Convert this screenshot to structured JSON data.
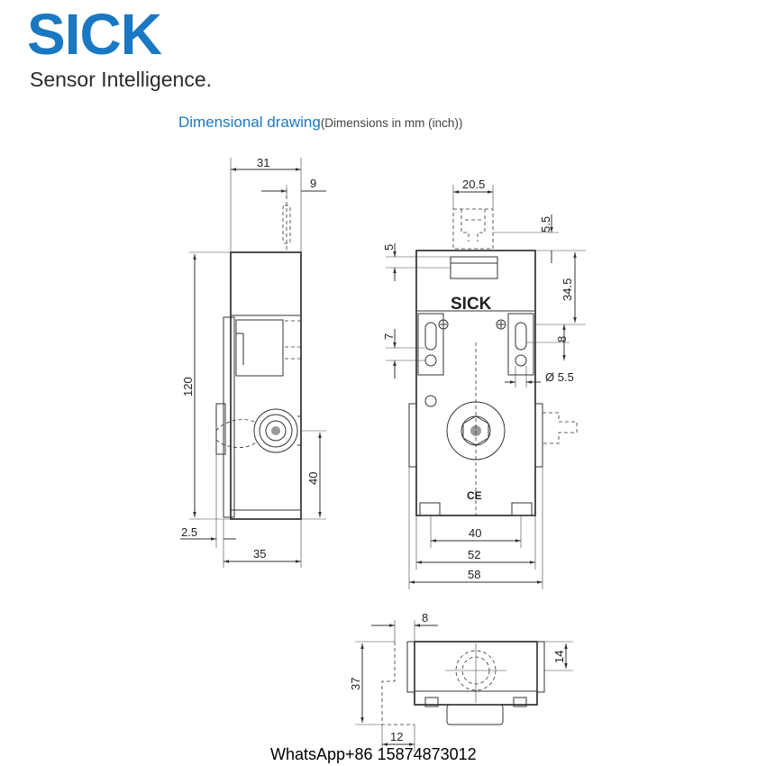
{
  "brand": {
    "logo_text": "SICK",
    "tagline": "Sensor Intelligence.",
    "logo_color": "#1a78c2",
    "text_color": "#2b2b2b",
    "embossed_logo": "SICK"
  },
  "title": {
    "main": "Dimensional drawing",
    "sub": "(Dimensions in mm (inch))",
    "color": "#1a78c2"
  },
  "dimensions": {
    "side_view": {
      "top_width": "31",
      "actuator_offset": "9",
      "height": "120",
      "connector_height": "40",
      "flange": "2.5",
      "base_width": "35"
    },
    "front_view": {
      "top_width": "20.5",
      "top_offset": "5.5",
      "slot_height": "5",
      "upper_height": "34.5",
      "slot_width": "7",
      "hole_spacing": "8",
      "hole_diameter": "Ø 5.5",
      "inner_width": "40",
      "mid_width": "52",
      "total_width": "58"
    },
    "bottom_view": {
      "offset": "8",
      "depth": "14",
      "height": "37",
      "width": "12"
    }
  },
  "footer": {
    "contact": "WhatsApp+86 15874873012"
  }
}
